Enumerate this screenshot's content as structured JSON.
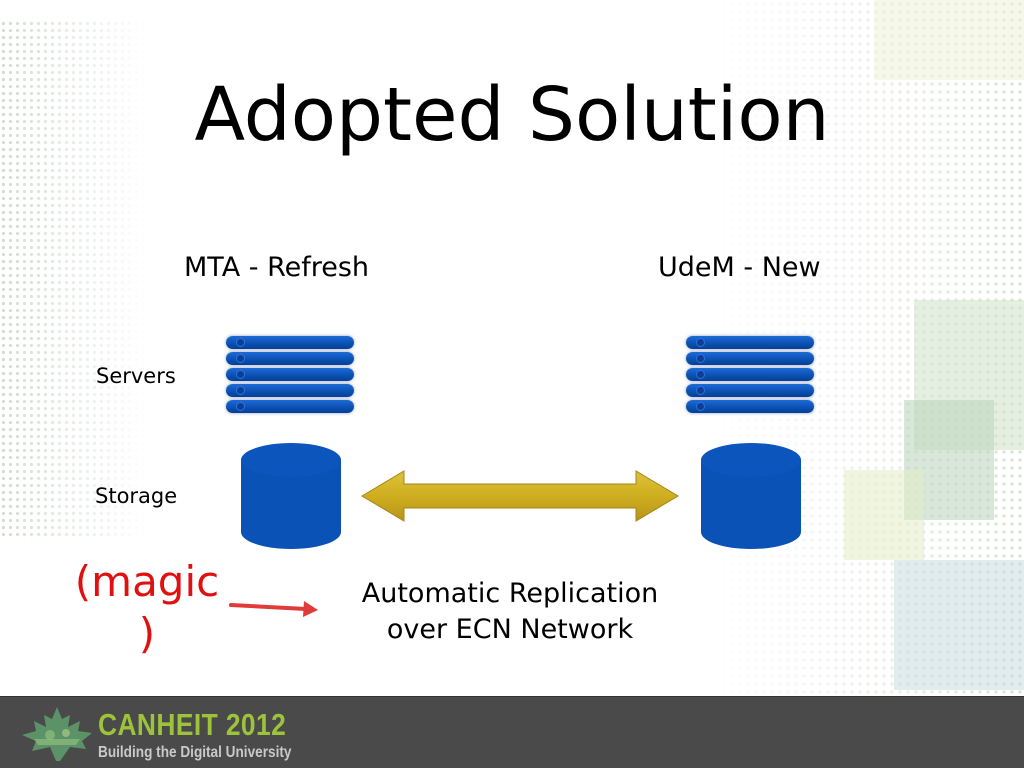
{
  "slide": {
    "title": "Adopted Solution",
    "columns": {
      "left": "MTA - Refresh",
      "right": "UdeM - New"
    },
    "rows": {
      "servers": "Servers",
      "storage": "Storage"
    },
    "annotation": {
      "line1": "(magic",
      "line2": ")"
    },
    "caption": {
      "line1": "Automatic Replication",
      "line2": "over ECN Network"
    }
  },
  "footer": {
    "brand": "CANHEIT 2012",
    "tagline": "Building the Digital University"
  },
  "colors": {
    "server_blue": "#0b4fb3",
    "storage_blue": "#0a52b6",
    "arrow_gold": "#c9a91f",
    "annotation_red": "#e01010",
    "footer_bg": "#4a4a4a",
    "brand_green": "#9cc33a"
  },
  "icons": {
    "server": "server-stack-icon",
    "storage": "database-cylinder-icon",
    "replication": "double-arrow-icon",
    "pointer": "red-arrow-icon",
    "logo": "maple-leaf-icon"
  }
}
